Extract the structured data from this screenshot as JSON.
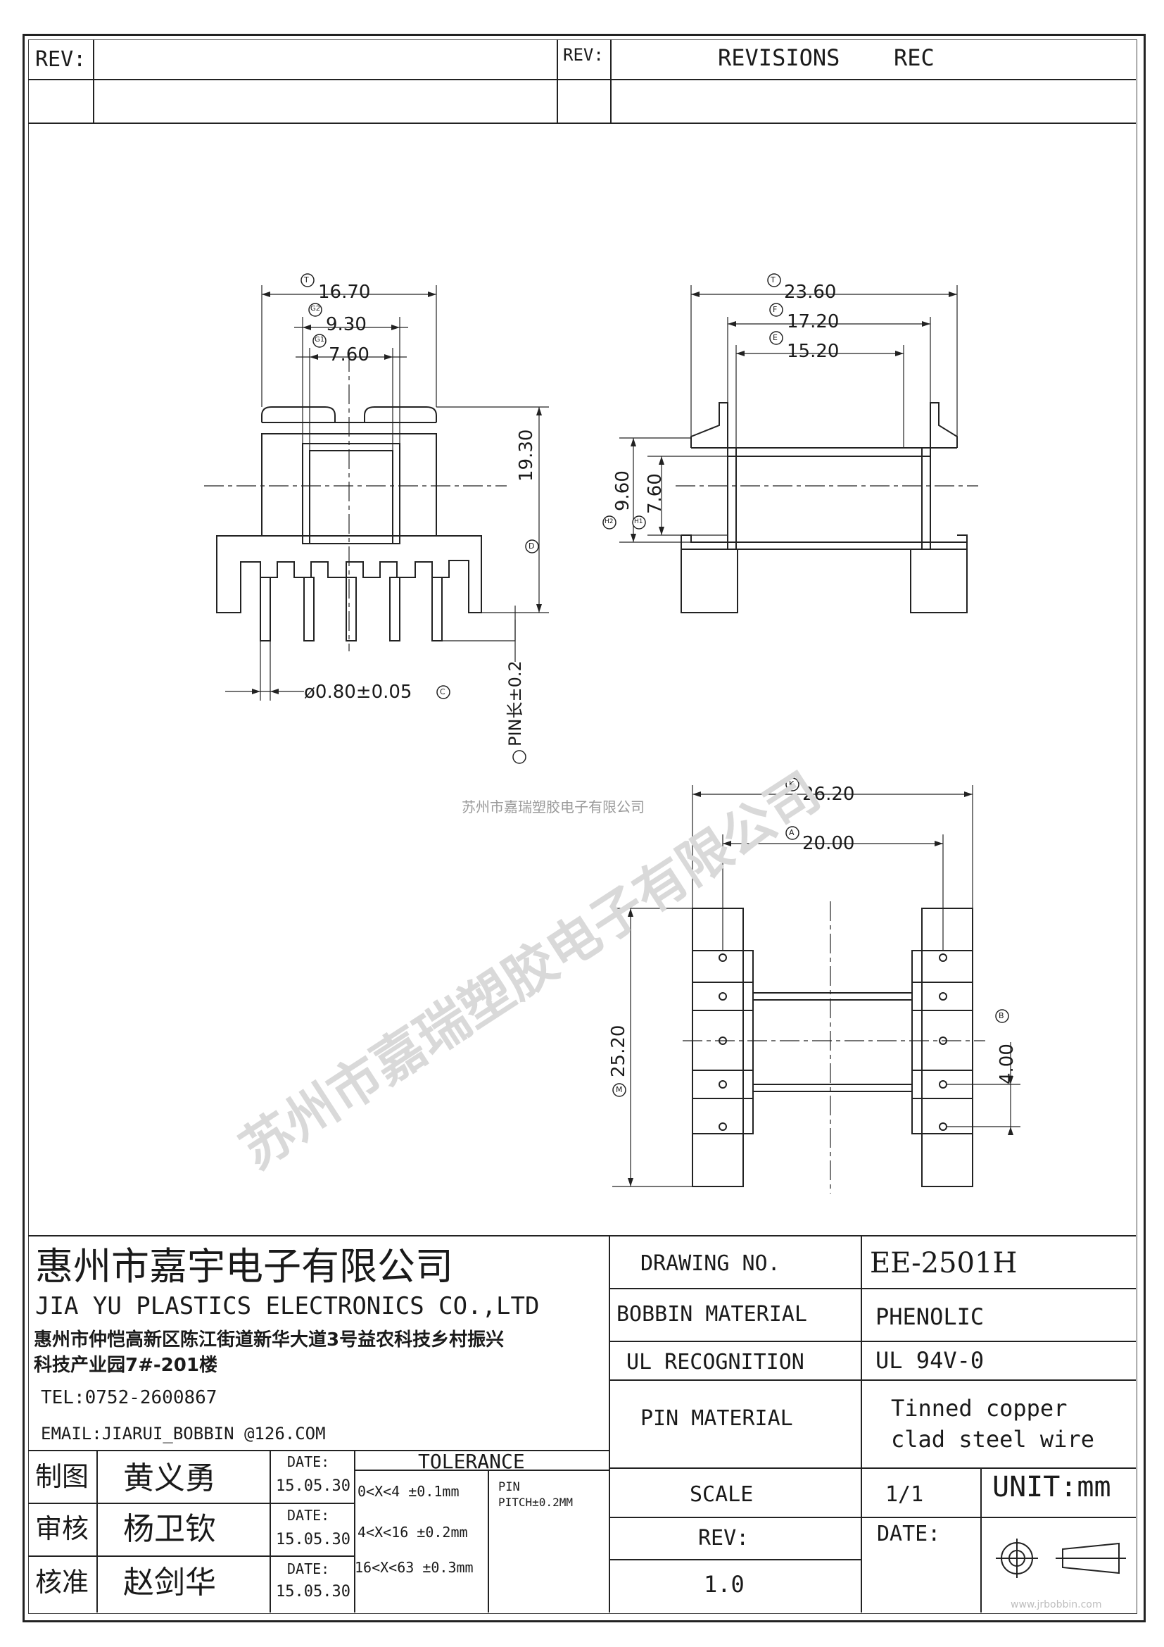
{
  "header": {
    "rev_label_left": "REV:",
    "rev_label_right": "REV:",
    "revisions_label": "REVISIONS",
    "rec_label": "REC"
  },
  "dimensions": {
    "front": {
      "width_total": "16.70",
      "width_g2": "9.30",
      "width_g1": "7.60",
      "height": "19.30",
      "pin_diameter": "ø0.80±0.05",
      "pin_length": "PIN长±0.2",
      "marker_t": "T",
      "marker_g2": "G2",
      "marker_g1": "G1",
      "marker_d": "D",
      "marker_c": "C"
    },
    "side": {
      "width_total": "23.60",
      "width_f": "17.20",
      "width_e": "15.20",
      "height_h2": "9.60",
      "height_h1": "7.60",
      "marker_t": "T",
      "marker_f": "F",
      "marker_e": "E",
      "marker_h2": "H2",
      "marker_h1": "H1"
    },
    "bottom": {
      "width_k": "26.20",
      "width_a": "20.00",
      "height_m": "25.20",
      "pitch_b": "4.00",
      "marker_k": "K",
      "marker_a": "A",
      "marker_m": "M",
      "marker_b": "B"
    }
  },
  "watermark": {
    "small": "苏州市嘉瑞塑胶电子有限公司",
    "large": "苏州市嘉瑞塑胶电子有限公司"
  },
  "company": {
    "name_cn": "惠州市嘉宇电子有限公司",
    "name_en": "JIA YU PLASTICS ELECTRONICS CO.,LTD",
    "address_line1": "惠州市仲恺高新区陈江街道新华大道3号益农科技乡村振兴",
    "address_line2": "科技产业园7#-201楼",
    "tel": "TEL:0752-2600867",
    "email": "EMAIL:JIARUI_BOBBIN @126.COM"
  },
  "signoff": [
    {
      "role": "制图",
      "name": "黄义勇",
      "date_label": "DATE:",
      "date": "15.05.30"
    },
    {
      "role": "审核",
      "name": "杨卫钦",
      "date_label": "DATE:",
      "date": "15.05.30"
    },
    {
      "role": "核准",
      "name": "赵剑华",
      "date_label": "DATE:",
      "date": "15.05.30"
    }
  ],
  "tolerance": {
    "title": "TOLERANCE",
    "rows": [
      "0<X<4  ±0.1mm",
      "4<X<16 ±0.2mm",
      "16<X<63 ±0.3mm"
    ],
    "pin_label": "PIN",
    "pin_pitch": "PITCH±0.2MM"
  },
  "spec": {
    "drawing_no_label": "DRAWING  NO.",
    "drawing_no": "EE-2501H",
    "bobbin_material_label": "BOBBIN  MATERIAL",
    "bobbin_material": "PHENOLIC",
    "ul_label": "UL RECOGNITION",
    "ul_value": "UL 94V-0",
    "pin_material_label": "PIN MATERIAL",
    "pin_material_line1": "Tinned copper",
    "pin_material_line2": "clad steel wire",
    "scale_label": "SCALE",
    "scale_value": "1/1",
    "unit": "UNIT:mm",
    "rev_label": "REV:",
    "rev_value": "1.0",
    "date_label": "DATE:"
  },
  "footer_url": "www.jrbobbin.com"
}
